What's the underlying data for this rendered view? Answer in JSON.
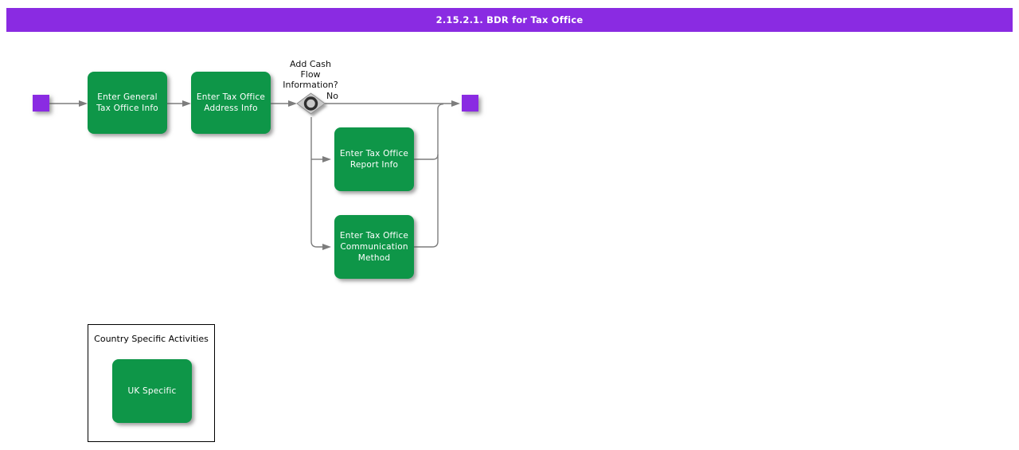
{
  "title_bar": {
    "title": "2.15.2.1. BDR for Tax Office"
  },
  "colors": {
    "title_bar": "#8A2BE2",
    "event": "#8A2BE2",
    "task": "#0E9648",
    "text_on_task": "#FFFFFF",
    "connector": "#7D7D7D",
    "gateway": "#C8C8C8",
    "gateway_ring": "#2E2E2E"
  },
  "flow": {
    "tasks": [
      {
        "label": "Enter General\nTax Office Info"
      },
      {
        "label": "Enter Tax Office\nAddress Info"
      },
      {
        "label": "Enter Tax Office\nReport Info"
      },
      {
        "label": "Enter Tax Office\nCommunication\nMethod"
      }
    ],
    "gateway": {
      "question": "Add Cash\nFlow\nInformation?",
      "branch_label": "No"
    }
  },
  "group": {
    "label": "Country Specific Activities",
    "tasks": [
      {
        "label": "UK Specific"
      }
    ]
  }
}
